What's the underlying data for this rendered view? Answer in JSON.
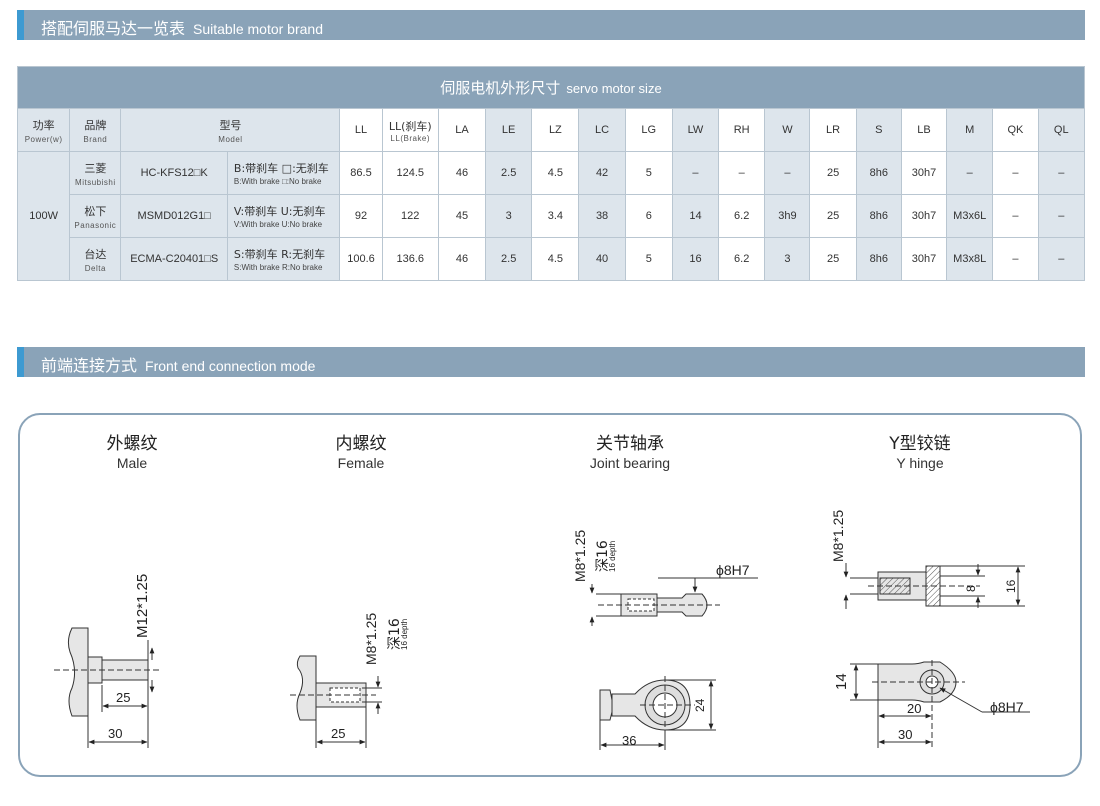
{
  "section1": {
    "title_zh": "搭配伺服马达一览表",
    "title_en": "Suitable motor brand"
  },
  "table": {
    "caption_zh": "伺服电机外形尺寸",
    "caption_en": "servo motor size",
    "h_power_zh": "功率",
    "h_power_en": "Power(w)",
    "h_brand_zh": "品牌",
    "h_brand_en": "Brand",
    "h_model_zh": "型号",
    "h_model_en": "Model",
    "h_ll": "LL",
    "h_llb_zh": "LL(刹车)",
    "h_llb_en": "LL(Brake)",
    "dims": [
      "LA",
      "LE",
      "LZ",
      "LC",
      "LG",
      "LW",
      "RH",
      "W",
      "LR",
      "S",
      "LB",
      "M",
      "QK",
      "QL"
    ],
    "power": "100W",
    "rows": [
      {
        "brand_zh": "三菱",
        "brand_en": "Mitsubishi",
        "model": "HC-KFS12□K",
        "brake_zh": "B:带刹车 □:无刹车",
        "brake_en": "B:With brake □:No brake",
        "ll": "86.5",
        "llb": "124.5",
        "vals": [
          "46",
          "2.5",
          "4.5",
          "42",
          "5",
          "–",
          "–",
          "–",
          "25",
          "8h6",
          "30h7",
          "–",
          "–",
          "–"
        ]
      },
      {
        "brand_zh": "松下",
        "brand_en": "Panasonic",
        "model": "MSMD012G1□",
        "brake_zh": "V:带刹车 U:无刹车",
        "brake_en": "V:With brake U:No brake",
        "ll": "92",
        "llb": "122",
        "vals": [
          "45",
          "3",
          "3.4",
          "38",
          "6",
          "14",
          "6.2",
          "3h9",
          "25",
          "8h6",
          "30h7",
          "M3x6L",
          "–",
          "–"
        ]
      },
      {
        "brand_zh": "台达",
        "brand_en": "Delta",
        "model": "ECMA-C20401□S",
        "brake_zh": "S:带刹车 R:无刹车",
        "brake_en": "S:With brake R:No brake",
        "ll": "100.6",
        "llb": "136.6",
        "vals": [
          "46",
          "2.5",
          "4.5",
          "40",
          "5",
          "16",
          "6.2",
          "3",
          "25",
          "8h6",
          "30h7",
          "M3x8L",
          "–",
          "–"
        ]
      }
    ]
  },
  "section2": {
    "title_zh": "前端连接方式",
    "title_en": "Front end connection mode"
  },
  "modes": {
    "male": {
      "zh": "外螺纹",
      "en": "Male",
      "thread": "M12*1.25",
      "dim1": "25",
      "dim2": "30"
    },
    "female": {
      "zh": "内螺纹",
      "en": "Female",
      "thread": "M8*1.25",
      "depth_zh": "深16",
      "depth_en": "16 depth",
      "dim1": "25"
    },
    "joint": {
      "zh": "关节轴承",
      "en": "Joint bearing",
      "thread": "M8*1.25",
      "depth_zh": "深16",
      "depth_en": "16 depth",
      "bore": "ϕ8H7",
      "dim_h": "24",
      "dim_w": "36"
    },
    "yhinge": {
      "zh": "Y型铰链",
      "en": "Y hinge",
      "thread": "M8*1.25",
      "dim_a": "8",
      "dim_b": "16",
      "dim_c": "14",
      "bore": "ϕ8H7",
      "dim_d": "20",
      "dim_e": "30"
    }
  },
  "colors": {
    "bar": "#8aa3b8",
    "accent": "#3d9ad1",
    "cell_shade": "#dde5ec",
    "border": "#b9c6d1"
  }
}
